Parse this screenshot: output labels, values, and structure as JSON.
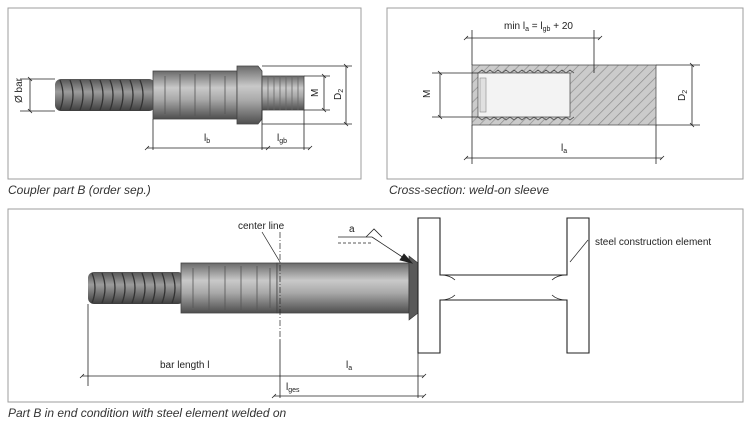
{
  "panel_top_left": {
    "caption": "Coupler part B (order sep.)",
    "label_bar_diameter": "Ø bar",
    "label_M": "M",
    "label_D2": "D",
    "label_D2_sub": "2",
    "label_lb": "l",
    "label_lb_sub": "b",
    "label_lgb": "l",
    "label_lgb_sub": "gb"
  },
  "panel_top_right": {
    "caption": "Cross-section: weld-on sleeve",
    "label_min": "min l",
    "label_min_sub1": "a",
    "label_min_eq": " = l",
    "label_min_sub2": "gb",
    "label_min_tail": " + 20",
    "label_M": "M",
    "label_D2": "D",
    "label_D2_sub": "2",
    "label_la": "l",
    "label_la_sub": "a"
  },
  "panel_bottom": {
    "caption": "Part B in end condition with steel element welded on",
    "label_center_line": "center line",
    "label_a": "a",
    "label_steel": "steel construction element",
    "label_bar_length": "bar length l",
    "label_la": "l",
    "label_la_sub": "a",
    "label_lges": "l",
    "label_lges_sub": "ges"
  },
  "colors": {
    "panel_border": "#9e9e9e",
    "metal_dark": "#5e5e5e",
    "metal_mid": "#9a9a9a",
    "metal_light": "#cfcfcf",
    "hatch_bg": "#cbcbcb",
    "hatch_line": "#8d8d8d",
    "dim_line": "#222222"
  }
}
